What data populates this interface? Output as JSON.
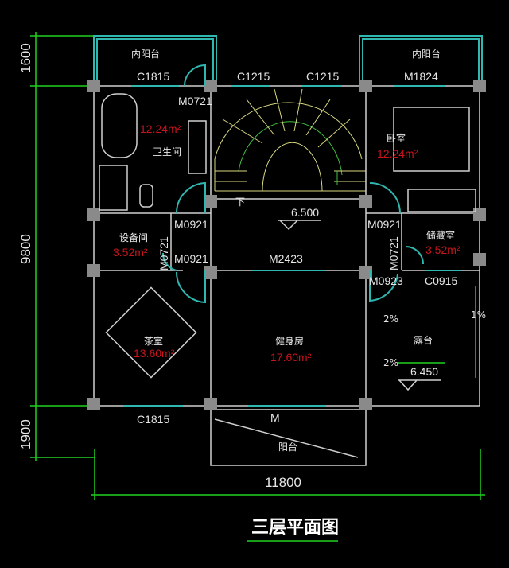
{
  "title": "三层平面图",
  "dimensions": {
    "top_balcony": "1600",
    "main_depth": "9800",
    "bottom_balcony": "1900",
    "total_width": "11800"
  },
  "rooms": {
    "inner_balcony_left": "内阳台",
    "inner_balcony_right": "内阳台",
    "bathroom": {
      "name": "卫生间",
      "area": "12.24m²"
    },
    "bedroom": {
      "name": "卧室",
      "area": "12.24m²"
    },
    "equipment": {
      "name": "设备间",
      "area": "3.52m²"
    },
    "storage": {
      "name": "储藏室",
      "area": "3.52m²"
    },
    "tea_room": {
      "name": "茶室",
      "area": "13.60m²"
    },
    "gym": {
      "name": "健身房",
      "area": "17.60m²"
    },
    "terrace": {
      "name": "露台"
    },
    "balcony": "阳台"
  },
  "openings": {
    "c1815_top": "C1815",
    "c1215_a": "C1215",
    "c1215_b": "C1215",
    "m1824": "M1824",
    "m0721_a": "M0721",
    "m0921_a": "M0921",
    "m0921_b": "M0921",
    "m0921_c": "M0921",
    "m0721_b": "M0721",
    "m2423": "M2423",
    "m0721_c": "M0721",
    "m0923": "M0923",
    "c0915": "C0915",
    "c1815_bottom": "C1815",
    "m_bottom": "M"
  },
  "levels": {
    "floor": "6.500",
    "terrace": "6.450"
  },
  "slopes": {
    "a": "2%",
    "b": "2%",
    "c": "1%"
  },
  "stair_label": "下"
}
